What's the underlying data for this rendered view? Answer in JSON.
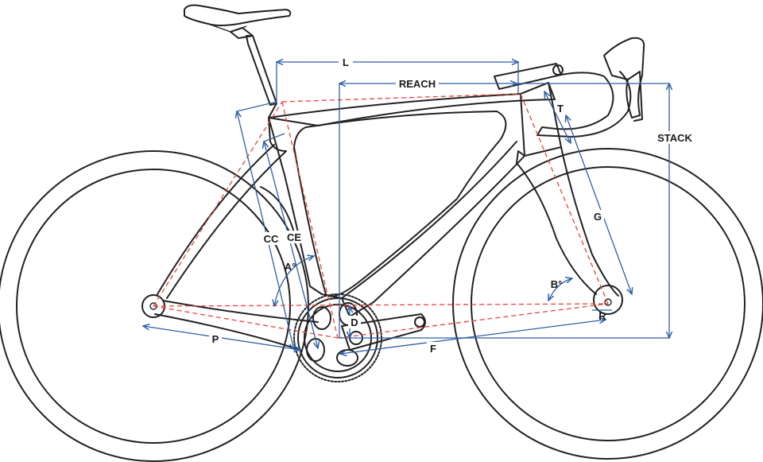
{
  "colors": {
    "outline": "#222222",
    "dimension": "#2f5fa7",
    "reference": "#e8453c"
  },
  "labels": {
    "L": "L",
    "REACH": "REACH",
    "STACK": "STACK",
    "T": "T",
    "G": "G",
    "CC": "CC",
    "CE": "CE",
    "A": "A°",
    "B": "B°",
    "D": "D",
    "R": "R",
    "P": "P",
    "F": "F"
  }
}
